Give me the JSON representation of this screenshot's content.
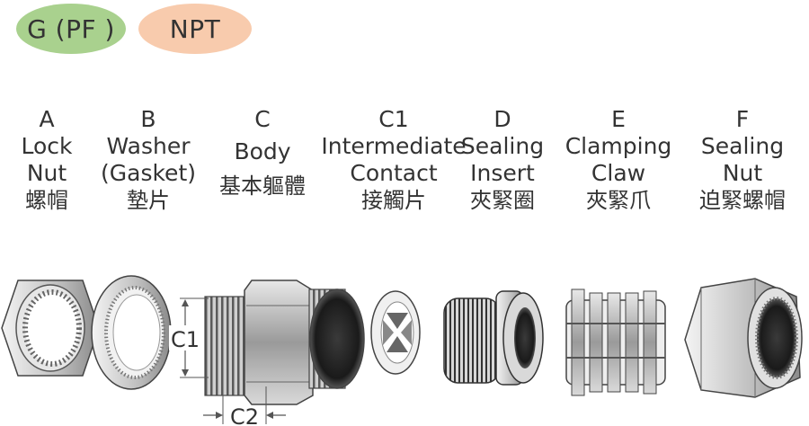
{
  "badges": {
    "g_pf": {
      "label": "G (PF )",
      "color": "#a9d18e"
    },
    "npt": {
      "label": "NPT",
      "color": "#f8cbad"
    }
  },
  "parts": [
    {
      "letter": "A",
      "name_lines": [
        "Lock",
        "Nut"
      ],
      "chinese": "螺帽"
    },
    {
      "letter": "B",
      "name_lines": [
        "Washer",
        "(Gasket)"
      ],
      "chinese": "墊片"
    },
    {
      "letter": "C",
      "name_lines": [
        "Body"
      ],
      "chinese": "基本軀體"
    },
    {
      "letter": "C1",
      "name_lines": [
        "Intermediate",
        "Contact"
      ],
      "chinese": "接觸片"
    },
    {
      "letter": "D",
      "name_lines": [
        "Sealing",
        "Insert"
      ],
      "chinese": "夾緊圈"
    },
    {
      "letter": "E",
      "name_lines": [
        "Clamping",
        "Claw"
      ],
      "chinese": "夾緊爪"
    },
    {
      "letter": "F",
      "name_lines": [
        "Sealing",
        "Nut"
      ],
      "chinese": "迫緊螺帽"
    }
  ],
  "dimensions": {
    "c1": "C1",
    "c2": "C2"
  }
}
